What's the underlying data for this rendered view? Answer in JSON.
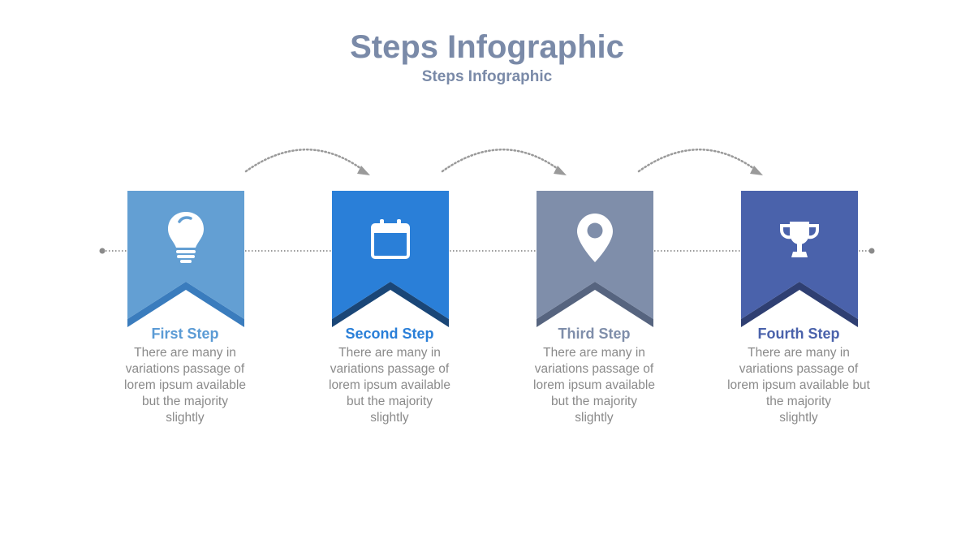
{
  "header": {
    "title": "Steps Infographic",
    "subtitle": "Steps Infographic"
  },
  "steps": [
    {
      "title": "First Step",
      "color": "#639fd3",
      "shadow": "#3a7cbd",
      "title_color": "#5b9bd5",
      "icon": "lightbulb-icon",
      "desc": [
        "There are many  in",
        "variations passage of",
        "lorem ipsum available",
        "but the majority",
        "slightly"
      ]
    },
    {
      "title": "Second Step",
      "color": "#2a7fd8",
      "shadow": "#1a4677",
      "title_color": "#2a7fd8",
      "icon": "calendar-icon",
      "desc": [
        "There are many  in",
        "variations passage of",
        "lorem ipsum available",
        "but the majority",
        "slightly"
      ]
    },
    {
      "title": "Third Step",
      "color": "#7f8eaa",
      "shadow": "#56647f",
      "title_color": "#7f8eaa",
      "icon": "map-pin-icon",
      "desc": [
        "There are many  in",
        "variations passage of",
        "lorem ipsum available",
        "but the majority",
        "slightly"
      ]
    },
    {
      "title": "Fourth Step",
      "color": "#4a62ab",
      "shadow": "#2f3f72",
      "title_color": "#4a62ab",
      "icon": "trophy-icon",
      "desc": [
        "There are many  in",
        "variations passage of",
        "lorem ipsum available but",
        "the majority",
        "slightly"
      ]
    }
  ]
}
